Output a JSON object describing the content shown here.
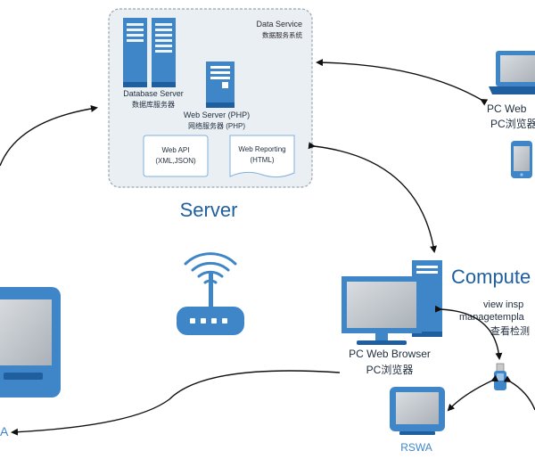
{
  "server_box": {
    "service_title": "Data Service",
    "service_title_cn": "数据服务系统",
    "database": {
      "label": "Database Server",
      "label_cn": "数据库服务器"
    },
    "web_server": {
      "label": "Web Server (PHP)",
      "label_cn": "网络服务器 (PHP)"
    },
    "web_api": {
      "line1": "Web API",
      "line2": "(XML,JSON)"
    },
    "web_reporting": {
      "line1": "Web Reporting",
      "line2": "(HTML)"
    }
  },
  "server_label": "Server",
  "computer": {
    "title": "Compute",
    "line1": "view insp",
    "line2": "managetempla",
    "line3": "查看检测",
    "pc_label": "PC Web Browser",
    "pc_label_cn": "PC浏览器"
  },
  "right_devices": {
    "pc_label": "PC Web",
    "pc_label_cn": "PC浏览器"
  },
  "rswa_label": "RSWA",
  "left_device_label": "A",
  "colors": {
    "primary_blue": "#3f86c8",
    "dark_blue": "#1f5fa0",
    "light_blue": "#9dc3e6",
    "box_fill": "#eaeff4",
    "box_border": "#9aa5b1",
    "arrow": "#111111"
  }
}
